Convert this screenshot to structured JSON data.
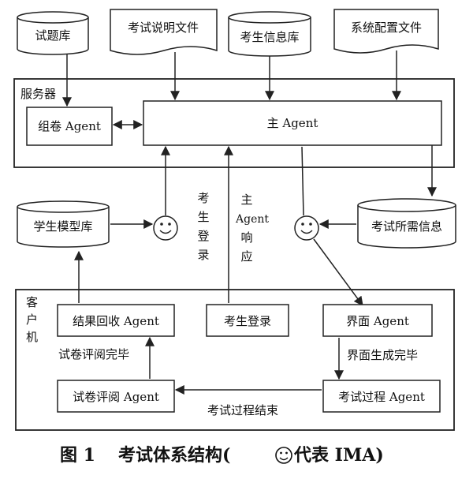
{
  "stores": {
    "question_bank": "试题库",
    "exam_instructions": "考试说明文件",
    "examinee_info": "考生信息库",
    "system_config": "系统配置文件",
    "student_model": "学生模型库",
    "exam_info": "考试所需信息"
  },
  "server": {
    "label": "服务器",
    "paper_agent": "组卷 Agent",
    "main_agent": "主 Agent"
  },
  "client": {
    "label_chars": [
      "客",
      "户",
      "机"
    ],
    "result_agent": "结果回收 Agent",
    "login": "考生登录",
    "ui_agent": "界面 Agent",
    "grading_agent": "试卷评阅 Agent",
    "process_agent": "考试过程 Agent"
  },
  "edge_labels": {
    "examinee_login_chars": [
      "考",
      "生",
      "登",
      "录"
    ],
    "main_agent_response_lines": [
      "主",
      "Agent",
      "响",
      "应"
    ],
    "grading_done": "试卷评阅完毕",
    "ui_done": "界面生成完毕",
    "exam_end": "考试过程结束"
  },
  "caption": {
    "prefix": "图 1",
    "title_start": "考试体系结构(",
    "title_end": "代表 IMA)"
  }
}
